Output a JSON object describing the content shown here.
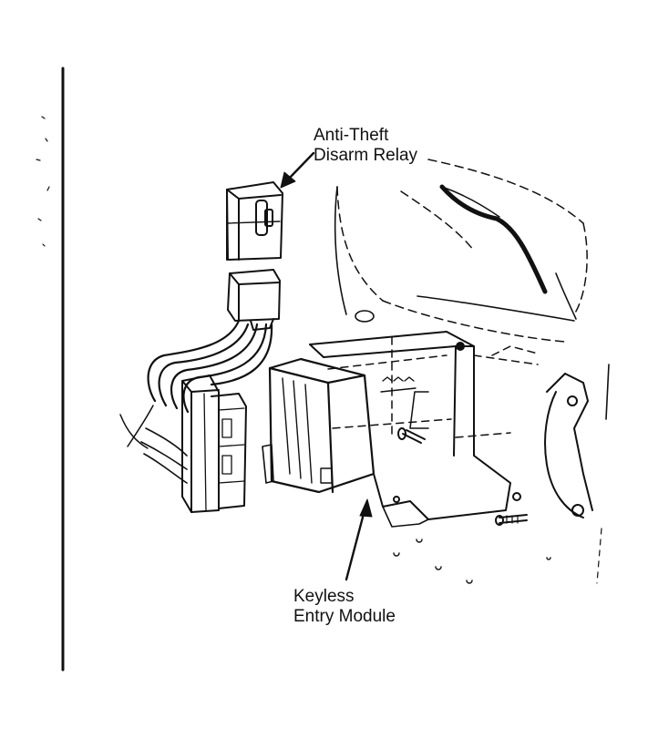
{
  "callouts": {
    "relay": {
      "line1": "Anti-Theft",
      "line2": "Disarm Relay"
    },
    "module": {
      "line1": "Keyless",
      "line2": "Entry Module"
    }
  },
  "colors": {
    "ink": "#111111",
    "paper": "#ffffff"
  }
}
